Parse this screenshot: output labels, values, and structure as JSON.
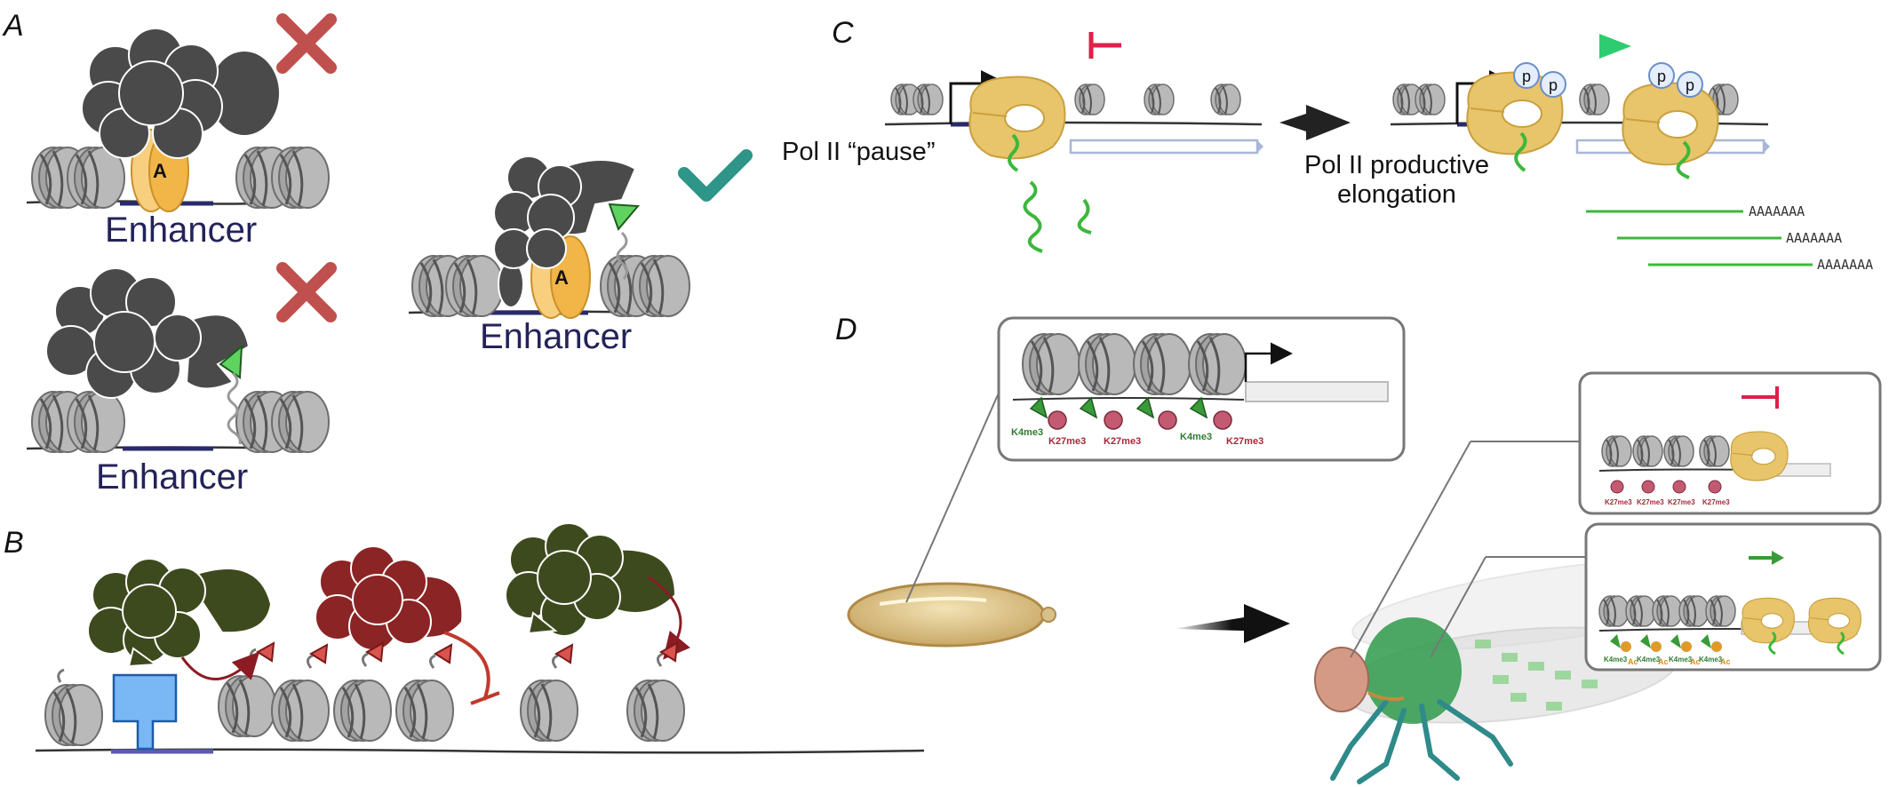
{
  "panels": {
    "a": {
      "letter": "A",
      "enhancer_label": "Enhancer",
      "activator_letter": "A"
    },
    "b": {
      "letter": "B"
    },
    "c": {
      "letter": "C",
      "pause_label": "Pol II “pause”",
      "elongation_label_line1": "Pol II productive",
      "elongation_label_line2": "elongation",
      "phospho_label": "p",
      "polya_label": "AAAAAAA"
    },
    "d": {
      "letter": "D",
      "mark_k4": "K4me3",
      "mark_k27": "K27me3",
      "mark_ac": "Ac"
    }
  },
  "colors": {
    "complex_dark": "#4a4a4a",
    "complex_green": "#3d4a1e",
    "complex_red": "#8b2424",
    "activator": "#f2b548",
    "activator_light": "#f7cf7e",
    "pol2": "#e8c46a",
    "enhancer_line": "#2a2a6a",
    "reject_x": "#c0504d",
    "accept_check": "#2e9589",
    "repress": "#e0204a",
    "activate": "#2ecc71",
    "rna": "#3cb83c",
    "nucleosome": "#9e9e9e",
    "k4_green": "#3a9a3a",
    "k27_red": "#c45a72",
    "ac_orange": "#e09a2a",
    "tf_blue": "#7ab8f5"
  },
  "icons": [
    "cross-icon",
    "check-icon",
    "repression-icon",
    "activation-arrow-icon",
    "process-arrow-icon",
    "tss-arrow-icon"
  ]
}
